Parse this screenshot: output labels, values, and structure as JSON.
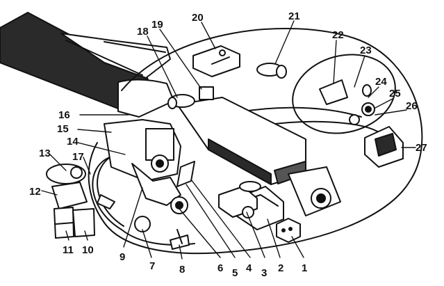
{
  "figure": {
    "labels": [
      "1",
      "2",
      "3",
      "4",
      "5",
      "6",
      "7",
      "8",
      "9",
      "10",
      "11",
      "12",
      "13",
      "14",
      "15",
      "16",
      "17",
      "18",
      "19",
      "20",
      "21",
      "22",
      "23",
      "24",
      "25",
      "26",
      "27"
    ]
  },
  "colors": {
    "ink": "#111111",
    "paper": "#ffffff"
  }
}
